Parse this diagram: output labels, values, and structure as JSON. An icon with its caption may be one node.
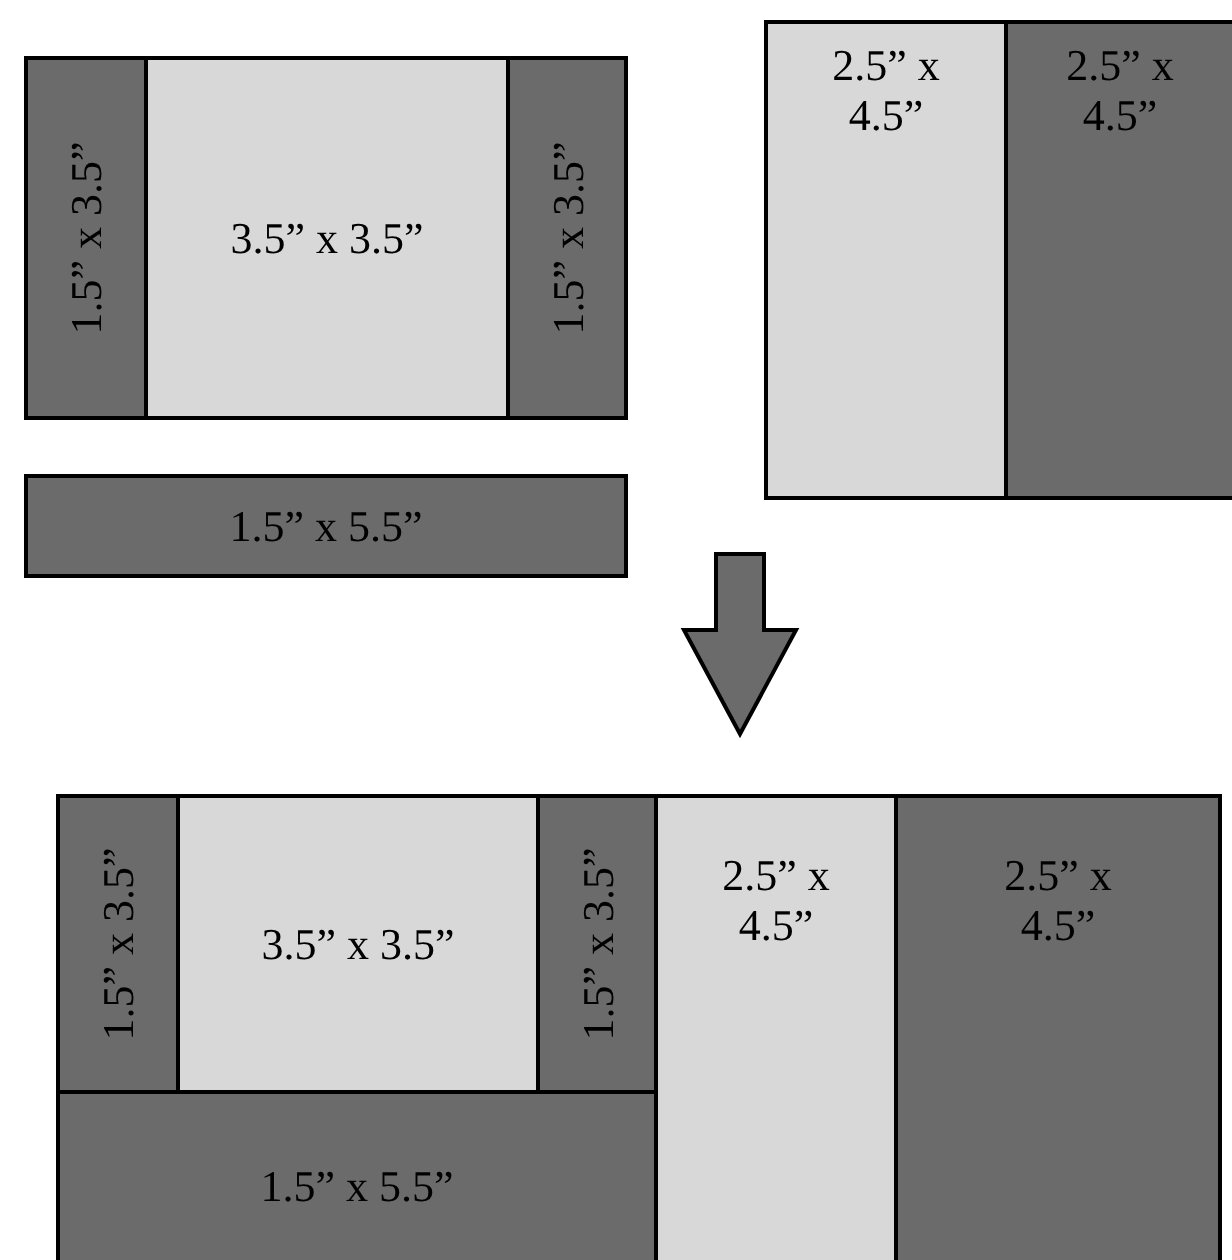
{
  "diagram": {
    "nodes": [
      {
        "text": [
          "1.5” x 3.5”"
        ]
      },
      {
        "text": [
          "3.5” x 3.5”"
        ]
      },
      {
        "text": [
          "1.5” x 3.5”"
        ]
      },
      {
        "text": [
          "1.5” x 5.5”"
        ]
      },
      {
        "text": [
          "2.5” x 4.5”"
        ]
      },
      {
        "text": [
          "2.5” x 4.5”"
        ]
      },
      {
        "text": [],
        "shape": "box"
      },
      {
        "text": [
          "1.5” x 3.5”"
        ],
        "in": 6
      },
      {
        "text": [
          "3.5” x 3.5”"
        ],
        "in": 6
      },
      {
        "text": [
          "1.5” x 3.5”"
        ],
        "in": 6
      },
      {
        "text": [
          "1.5” x 5.5”"
        ],
        "in": 6
      },
      {
        "text": [
          "2.5” x 4.5”"
        ],
        "in": 6
      },
      {
        "text": [
          "2.5” x 4.5”"
        ],
        "in": 6
      }
    ],
    "edges": [
      {
        "from": null,
        "to": 6,
        "arrow": "to"
      }
    ]
  }
}
